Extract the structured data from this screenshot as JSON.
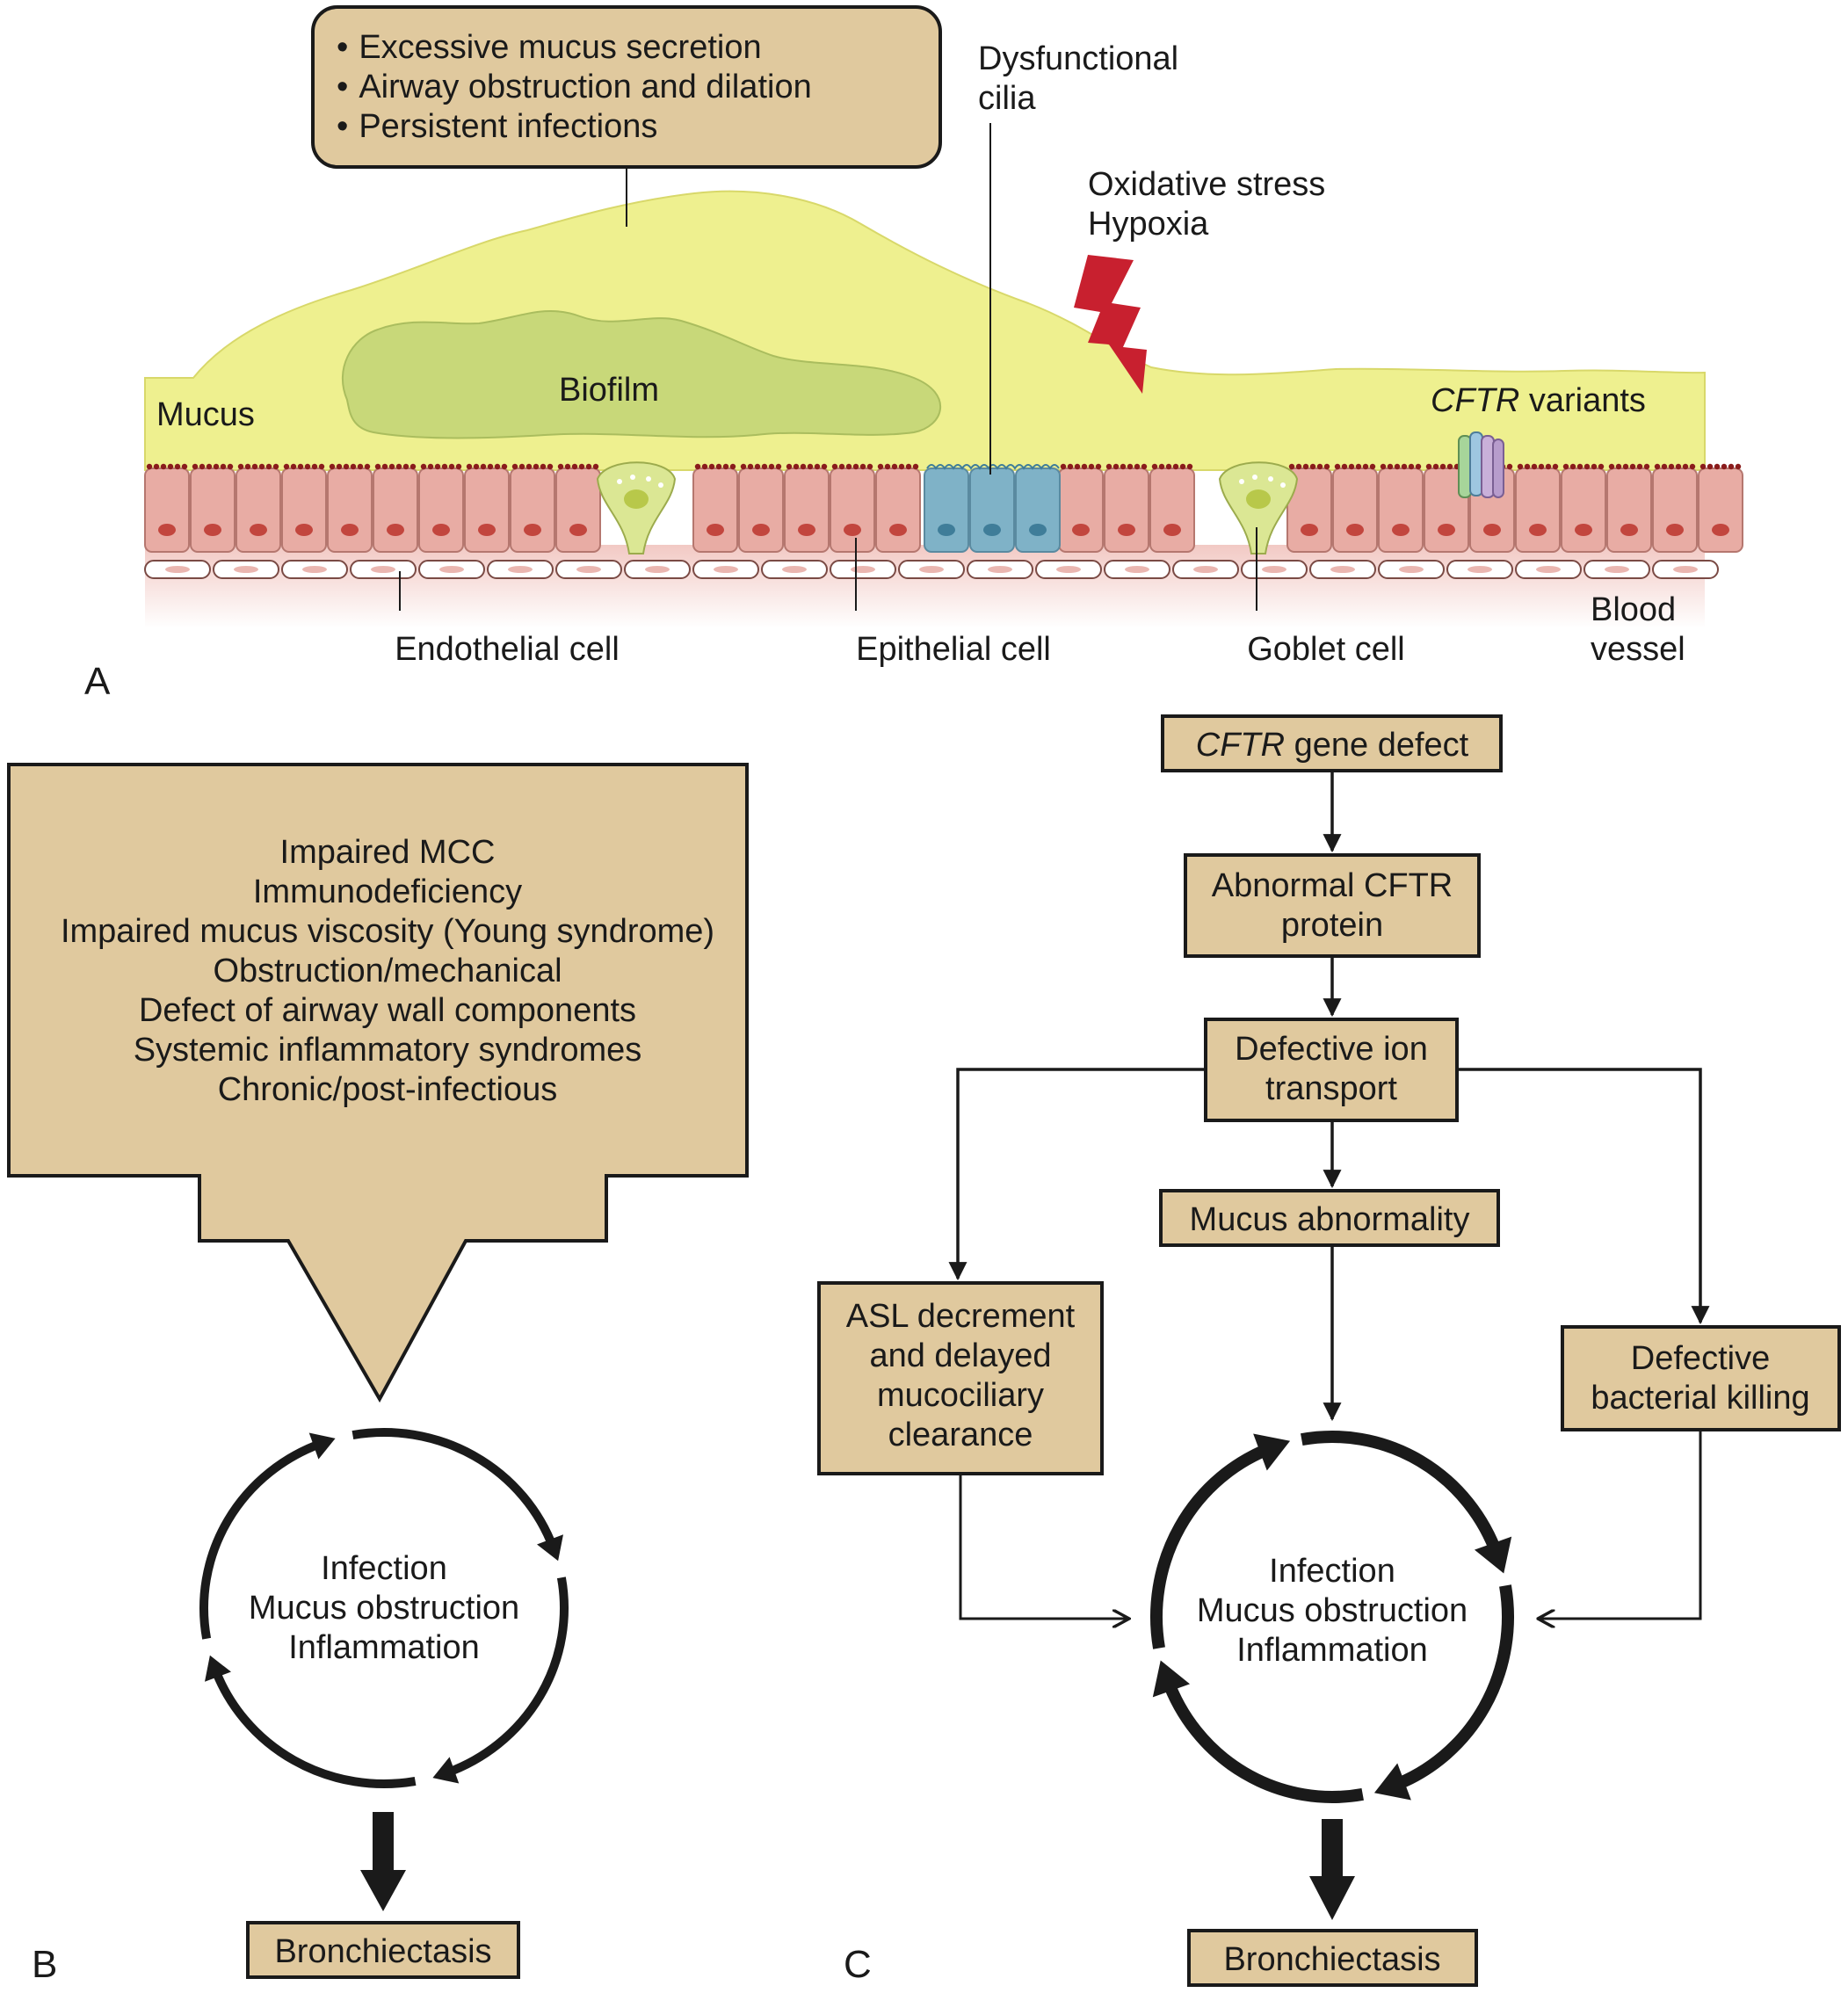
{
  "panel_a": {
    "letter": "A",
    "callout": {
      "bullets": [
        "Excessive mucus secretion",
        "Airway obstruction and dilation",
        "Persistent infections"
      ],
      "bullet_glyph": "•"
    },
    "labels": {
      "dysfunctional_cilia": [
        "Dysfunctional",
        "cilia"
      ],
      "oxidative": [
        "Oxidative stress",
        "Hypoxia"
      ],
      "mucus": "Mucus",
      "biofilm": "Biofilm",
      "cftr_variants_italic": "CFTR",
      "cftr_variants_rest": " variants",
      "endothelial": "Endothelial cell",
      "epithelial": "Epithelial cell",
      "goblet": "Goblet cell",
      "blood_vessel": [
        "Blood",
        "vessel"
      ]
    },
    "colors": {
      "mucus": "#eef08f",
      "biofilm": "#c8d879",
      "epithelial": "#e8aca4",
      "nucleus": "#c2463e",
      "cilia_cells": "#7fb2c7",
      "goblet": "#dbe794",
      "lightning": "#c8202f",
      "cilia_tips": "#8a1c1c"
    }
  },
  "panel_b": {
    "letter": "B",
    "causes": [
      "Impaired MCC",
      "Immunodeficiency",
      "Impaired mucus viscosity (Young syndrome)",
      "Obstruction/mechanical",
      "Defect of airway wall components",
      "Systemic inflammatory syndromes",
      "Chronic/post-infectious"
    ],
    "cycle": [
      "Infection",
      "Mucus obstruction",
      "Inflammation"
    ],
    "outcome": "Bronchiectasis"
  },
  "panel_c": {
    "letter": "C",
    "gene_defect_italic": "CFTR",
    "gene_defect_rest": " gene defect",
    "abnormal_protein": [
      "Abnormal CFTR",
      "protein"
    ],
    "ion_transport": [
      "Defective ion",
      "transport"
    ],
    "mucus_abnormality": "Mucus abnormality",
    "asl": [
      "ASL decrement",
      "and delayed",
      "mucociliary",
      "clearance"
    ],
    "bacterial": [
      "Defective",
      "bacterial killing"
    ],
    "cycle": [
      "Infection",
      "Mucus obstruction",
      "Inflammation"
    ],
    "outcome": "Bronchiectasis"
  },
  "theme": {
    "box_fill": "#e0c99e",
    "stroke": "#1a1a1a"
  }
}
